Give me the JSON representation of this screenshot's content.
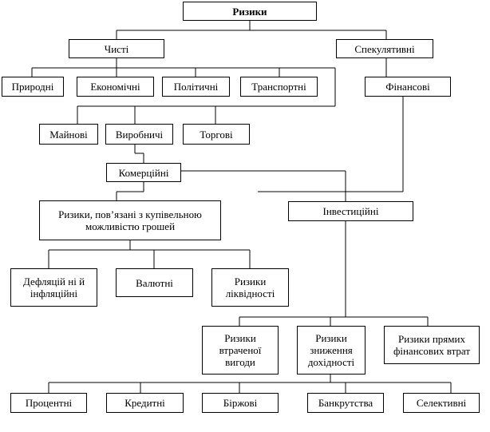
{
  "nodes": {
    "root": "Ризики",
    "pure": "Чисті",
    "speculative": "Спекулятивні",
    "natural": "Природні",
    "economic": "Економічні",
    "political": "Політичні",
    "transport": "Транспортні",
    "financial": "Фінансові",
    "property": "Майнові",
    "production": "Виробничі",
    "trade": "Торгові",
    "commercial": "Комерційні",
    "purchasing_power": "Ризики, пов’язані з купівельною\nможливістю грошей",
    "investment": "Інвестиційні",
    "deflation_inflation": "Дефляцій ні й\nінфляційні",
    "currency": "Валютні",
    "liquidity": "Ризики\nліквідності",
    "lost_benefit": "Ризики\nвтраченої\nвигоди",
    "yield_decrease": "Ризики\nзниження\nдохідності",
    "direct_losses": "Ризики прямих\nфінансових втрат",
    "interest": "Процентні",
    "credit": "Кредитні",
    "exchange": "Біржові",
    "bankruptcy": "Банкрутства",
    "selective": "Селективні"
  }
}
